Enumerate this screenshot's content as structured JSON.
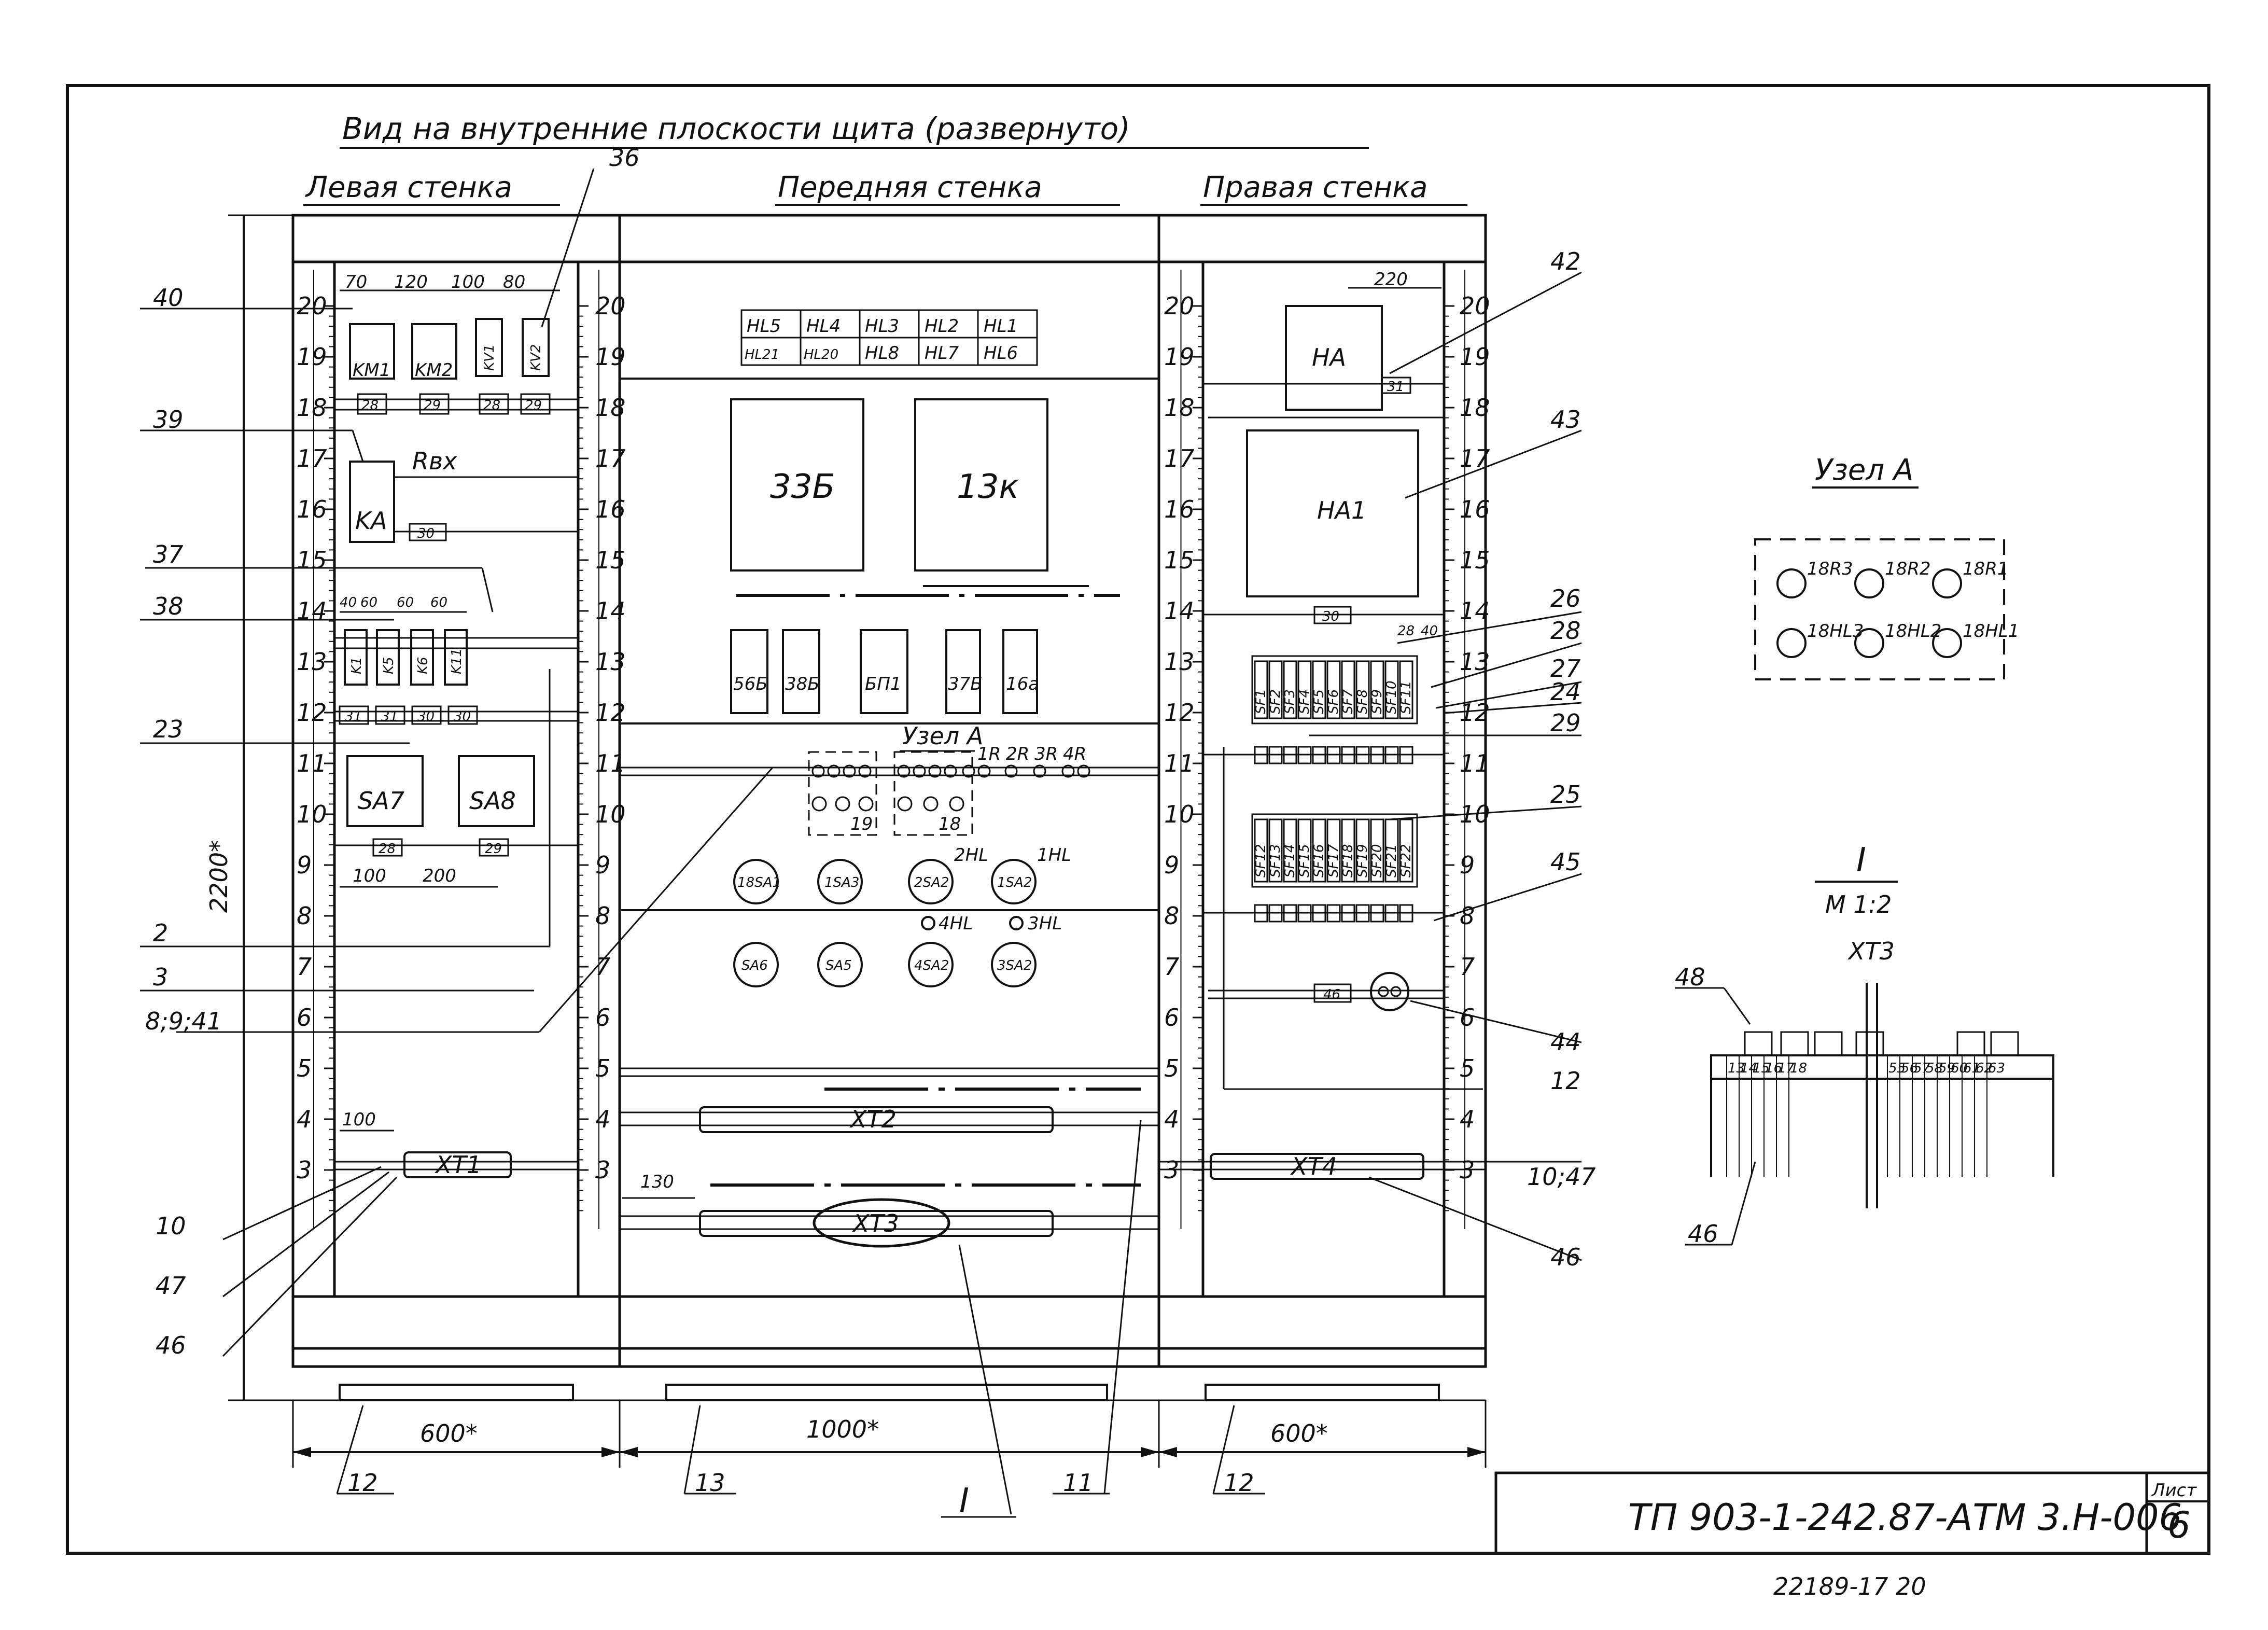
{
  "title": "Вид на внутренние плоскости щита (развернуто)",
  "walls": {
    "left": "Левая стенка",
    "front": "Передняя стенка",
    "right": "Правая стенка"
  },
  "dimensions": {
    "height": "2200*",
    "left_width": "600*",
    "front_width": "1000*",
    "right_width": "600*",
    "left_top": [
      "70",
      "120",
      "100",
      "80"
    ],
    "left_mid": [
      "40",
      "60",
      "60",
      "60"
    ],
    "left_low": [
      "100",
      "200"
    ],
    "left_bottom": "100",
    "front_offset": "130",
    "right_top": "220",
    "right_small": [
      "28",
      "40"
    ]
  },
  "scale_numbers": [
    "20",
    "19",
    "18",
    "17",
    "16",
    "15",
    "14",
    "13",
    "12",
    "11",
    "10",
    "9",
    "8",
    "7",
    "6",
    "5",
    "4",
    "3"
  ],
  "left_wall": {
    "relays_top": [
      "KM1",
      "KM2",
      "KV1",
      "KV2"
    ],
    "markers_row18": [
      "28",
      "29",
      "28",
      "29"
    ],
    "ka": "KA",
    "rbx": "Rвх",
    "marker_16": "30",
    "relays_14": [
      "K1",
      "K5",
      "K6",
      "K11"
    ],
    "markers_12": [
      "31",
      "31",
      "30",
      "30"
    ],
    "switches": [
      "SA7",
      "SA8"
    ],
    "markers_10": [
      "28",
      "29"
    ],
    "terminal": "XT1"
  },
  "front_wall": {
    "lamps_row1": [
      "HL5",
      "HL4",
      "HL3",
      "HL2",
      "HL1"
    ],
    "lamps_row2": [
      "HL21",
      "HL20",
      "HL8",
      "HL7",
      "HL6"
    ],
    "devices": [
      "33Б",
      "13к"
    ],
    "blocks": [
      "56Б",
      "38Б",
      "БП1",
      "37Б",
      "16а"
    ],
    "node_label": "Узел А",
    "resistors": [
      "1R",
      "2R",
      "3R",
      "4R"
    ],
    "group_nums": [
      "19",
      "18"
    ],
    "switches_row1": [
      "18SA1",
      "1SA3",
      "2SA2",
      "1SA2"
    ],
    "hl_row1": [
      "2HL",
      "1HL"
    ],
    "switches_row2": [
      "SA6",
      "SA5",
      "4SA2",
      "3SA2"
    ],
    "hl_row2": [
      "4HL",
      "3HL"
    ],
    "terminals": [
      "XT2",
      "XT3"
    ]
  },
  "right_wall": {
    "ha": "HA",
    "ha1": "HA1",
    "marker_31": "31",
    "marker_30": "30",
    "breakers_row1": [
      "SF1",
      "SF2",
      "SF3",
      "SF4",
      "SF5",
      "SF6",
      "SF7",
      "SF8",
      "SF9",
      "SF10",
      "SF11"
    ],
    "breakers_row2": [
      "SF12",
      "SF13",
      "SF14",
      "SF15",
      "SF16",
      "SF17",
      "SF18",
      "SF19",
      "SF20",
      "SF21",
      "SF22"
    ],
    "marker_46": "46",
    "terminal": "XT4"
  },
  "callouts": {
    "left": [
      "40",
      "39",
      "37",
      "38",
      "23",
      "2",
      "3",
      "8;9;41",
      "10",
      "47",
      "46"
    ],
    "top_left": "36",
    "right": [
      "42",
      "43",
      "26",
      "28",
      "27",
      "24",
      "29",
      "25",
      "45",
      "44",
      "12",
      "10;47",
      "46"
    ],
    "bottom": [
      "12",
      "13",
      "I",
      "11",
      "12"
    ]
  },
  "node_a": {
    "title": "Узел А",
    "items": [
      "18R3",
      "18R2",
      "18R1",
      "18HL3",
      "18HL2",
      "18HL1"
    ]
  },
  "detail_i": {
    "title": "I",
    "scale": "М 1:2",
    "terminal": "XT3",
    "numbers_left": [
      "13",
      "14",
      "15",
      "16",
      "17",
      "18"
    ],
    "numbers_right": [
      "55",
      "56",
      "57",
      "58",
      "59",
      "60",
      "61",
      "62",
      "63"
    ],
    "callouts": [
      "48",
      "46"
    ]
  },
  "stamp": {
    "code": "ТП 903-1-242.87-АТМ 3.Н-006",
    "sheet_label": "Лист",
    "sheet_number": "6"
  },
  "footer_code": "22189-17 20"
}
